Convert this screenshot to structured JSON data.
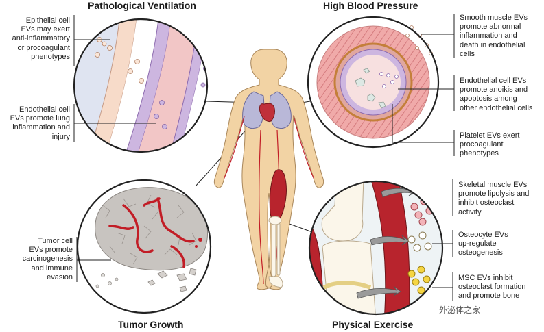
{
  "panels": {
    "pathological_ventilation": {
      "title": "Pathological Ventilation",
      "labels": [
        [
          "Epithelial cell",
          "EVs may exert",
          "anti-inflammatory",
          "or procoagulant",
          "phenotypes"
        ],
        [
          "Endothelial cell",
          "EVs promote lung",
          "inflammation and",
          "injury"
        ]
      ]
    },
    "high_blood_pressure": {
      "title": "High Blood Pressure",
      "labels": [
        [
          "Smooth muscle EVs",
          "promote abnormal",
          "inflammation and",
          "death in endothelial",
          "cells"
        ],
        [
          "Endothelial cell EVs",
          "promote anoikis and",
          "apoptosis among",
          "other endothelial cells"
        ],
        [
          "Platelet EVs exert",
          "procoagulant",
          "phenotypes"
        ]
      ]
    },
    "tumor_growth": {
      "title": "Tumor Growth",
      "labels": [
        [
          "Tumor cell",
          "EVs promote",
          "carcinogenesis",
          "and immune",
          "evasion"
        ]
      ]
    },
    "physical_exercise": {
      "title": "Physical Exercise",
      "labels": [
        [
          "Skeletal muscle EVs",
          "promote lipolysis and",
          "inhibit osteoclast",
          "activity"
        ],
        [
          "Osteocyte EVs",
          "up-regulate",
          "osteogenesis"
        ],
        [
          "MSC EVs inhibit",
          "osteoclast formation",
          "and promote bone"
        ]
      ]
    }
  },
  "watermark": "外泌体之家",
  "colors": {
    "skin": "#f2d3a4",
    "muscle_red": "#b8242d",
    "blood_vessel": "#c21d26",
    "ev_pink": "#f3b3b8",
    "ev_purple": "#cdb6e0",
    "ev_yellow": "#f5d543",
    "lung": "#b9b8d8",
    "tumor_cell": "#c8c4c0"
  }
}
